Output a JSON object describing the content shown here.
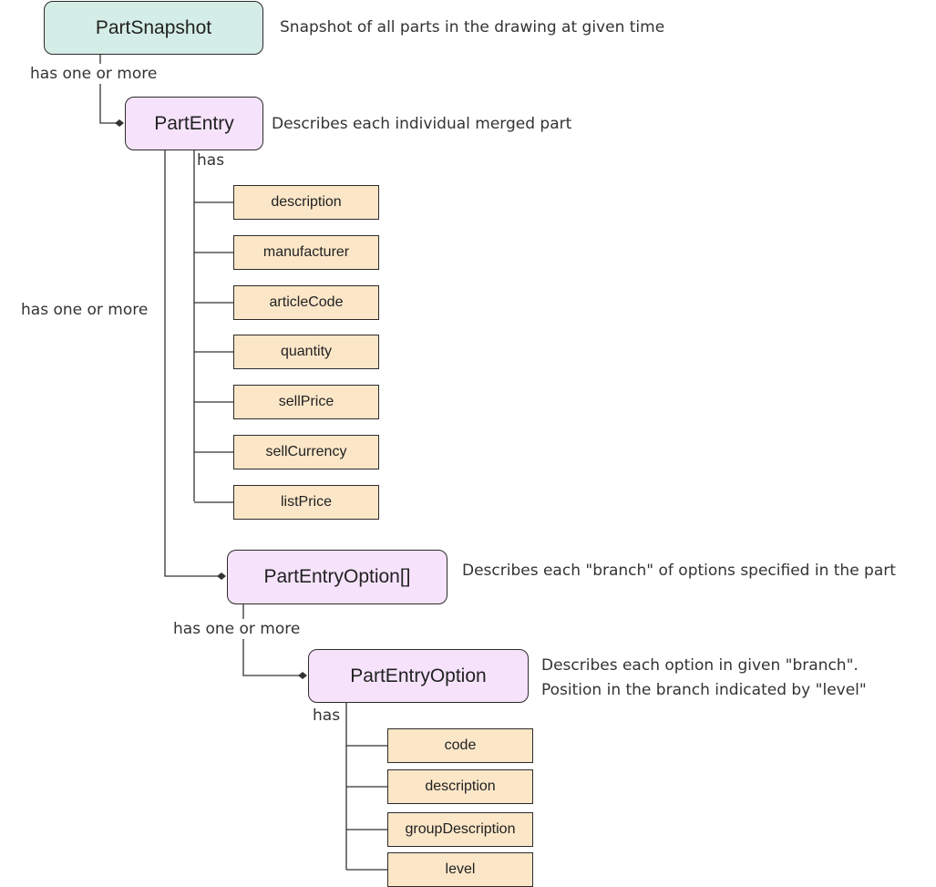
{
  "nodes": {
    "part_snapshot": "PartSnapshot",
    "part_entry": "PartEntry",
    "part_entry_option_array": "PartEntryOption[]",
    "part_entry_option": "PartEntryOption"
  },
  "part_entry_fields": [
    "description",
    "manufacturer",
    "articleCode",
    "quantity",
    "sellPrice",
    "sellCurrency",
    "listPrice"
  ],
  "part_entry_option_fields": [
    "code",
    "description",
    "groupDescription",
    "level"
  ],
  "descriptions": {
    "part_snapshot": "Snapshot of all parts in the drawing at given time",
    "part_entry": "Describes each individual merged part",
    "part_entry_option_array": "Describes each \"branch\" of options specified in the part",
    "part_entry_option_line1": "Describes each option in given \"branch\".",
    "part_entry_option_line2": "Position in the branch indicated by \"level\""
  },
  "edge_labels": {
    "snapshot_to_entry": "has one or more",
    "entry_to_fields": "has",
    "entry_to_option_array": "has one or more",
    "option_array_to_option": "has one or more",
    "option_to_fields": "has"
  }
}
